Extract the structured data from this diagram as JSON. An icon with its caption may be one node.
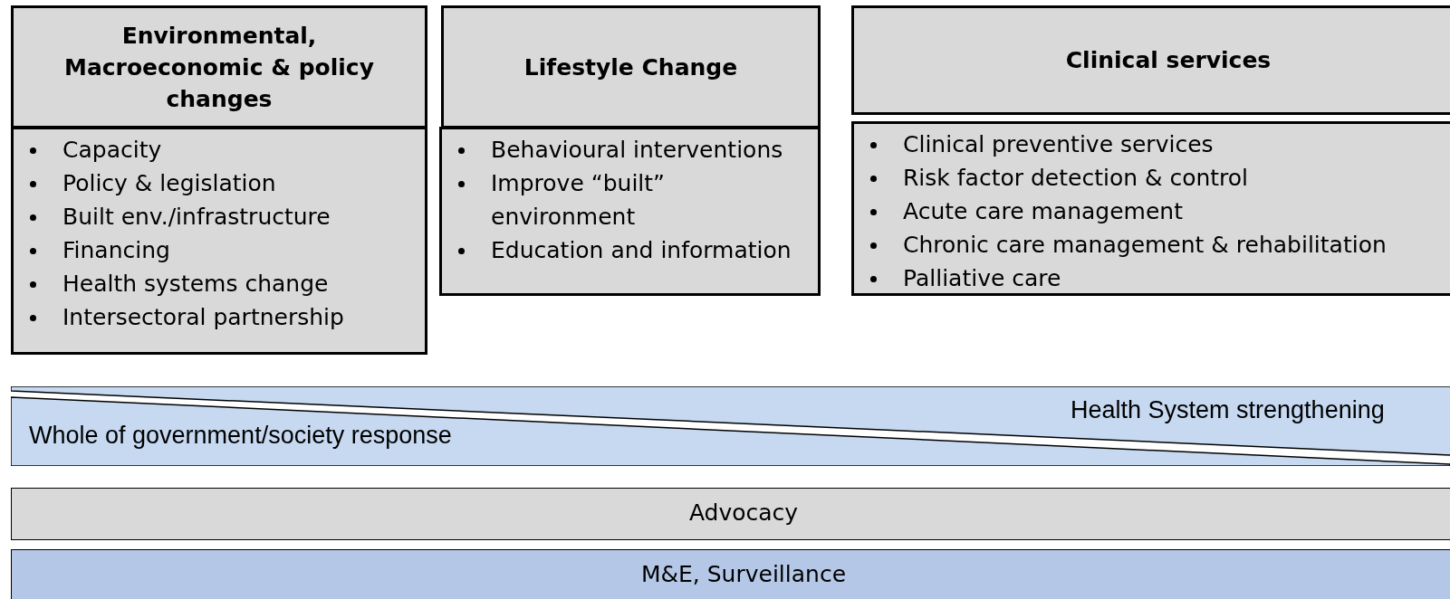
{
  "diagram": {
    "nodes": [
      {
        "text": [
          "Environmental, Macroeconomic & policy changes"
        ]
      },
      {
        "text": [
          "Capacity",
          "Policy & legislation",
          "Built env./infrastructure",
          "Financing",
          "Health systems change",
          "Intersectoral partnership"
        ]
      },
      {
        "text": [
          "Lifestyle Change"
        ]
      },
      {
        "text": [
          "Behavioural interventions",
          "Improve “built” environment",
          "Education and information"
        ]
      },
      {
        "text": [
          "Clinical services"
        ]
      },
      {
        "text": [
          "Clinical preventive services",
          "Risk factor detection & control",
          "Acute care management",
          "Chronic care management & rehabilitation",
          "Palliative care"
        ]
      },
      {
        "text": [
          "Whole of government/society response"
        ]
      },
      {
        "text": [
          "Health System strengthening"
        ]
      },
      {
        "text": [
          "Advocacy"
        ]
      },
      {
        "text": [
          "M&E, Surveillance"
        ]
      }
    ]
  }
}
